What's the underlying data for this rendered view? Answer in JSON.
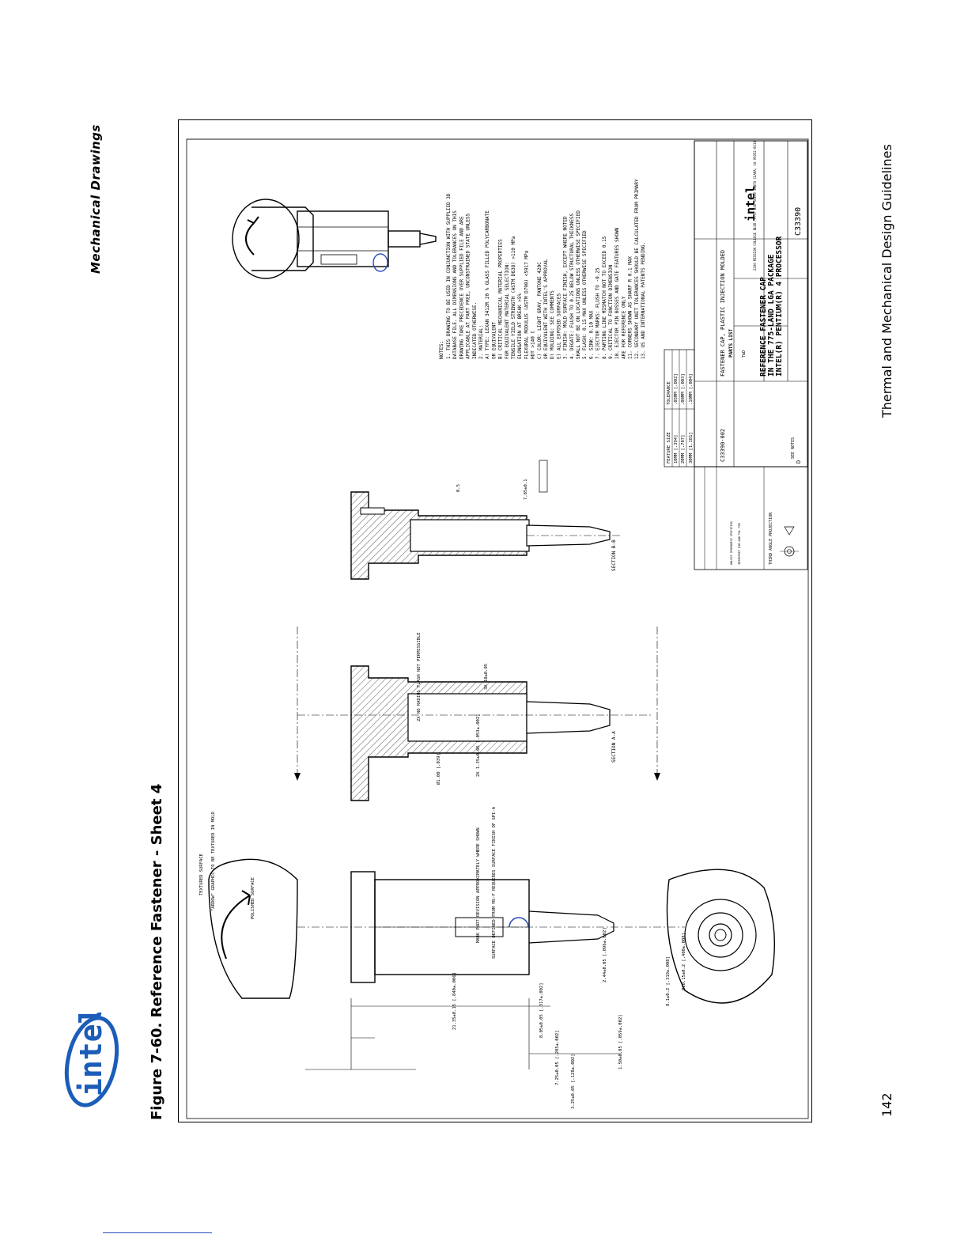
{
  "page": {
    "section_header": "Mechanical Drawings",
    "doc_title": "Thermal and Mechanical Design Guidelines",
    "page_number": "142",
    "figure_caption": "Figure 7-60. Reference Fastener - Sheet 4",
    "logo_text": "intel"
  },
  "drawing": {
    "notes_header": "NOTES:",
    "notes": [
      "1. THIS DRAWING TO BE USED IN CONJUNCTION WITH SUPPLIED 3D",
      "   DATABASE FILE. ALL DIMENSIONS AND TOLERANCES ON THIS",
      "   DRAWING TAKE PRECEDENCE OVER SUPPLIED FILE AND ARE",
      "   APPLICABLE AT PART FREE, UNCONSTRAINED STATE UNLESS",
      "   INDICATED OTHERWISE.",
      "2. MATERIAL:",
      "   A) TYPE: LEXAN 3412R 20 % GLASS FILLED POLYCARBONATE",
      "      OR EQUIVALENT",
      "   B) CRITICAL MECHANICAL MATERIAL PROPERTIES",
      "      FOR EQUIVALENT MATERIAL SELECTION:",
      "      TENSILE YIELD STRENGTH (ASTM D638) >110 MPa",
      "      ELONGATION AT BREAK >5%",
      "      FLEXURAL MODULUS (ASTM D790) <5917 MPa",
      "      HDT >140 C",
      "   C) COLOR: LIGHT GRAY, PANTONE 420C",
      "      OR EQUIVALENT WITH INTEL'S APPROVAL",
      "   D) MOLDING: SEE COMMENTS",
      "   E) ALL EXPOSED SURFACES",
      "3. FINISH: MOLD SURFACE FINISH, EXCEPT WHERE NOTED",
      "4. DEGATE: FLUSH TO 0.25 BELOW STRUCTURAL THICKNESS",
      "   SHALL NOT BE ON LOCATIONS UNLESS OTHERWISE SPECIFIED",
      "5. FLASH: 0.15 MAX UNLESS OTHERWISE SPECIFIED",
      "6. SINK: 0.10 MAX",
      "7. EJECTOR MARKS: FLUSH TO -0.25",
      "8. PARTING LINE MISMATCH NOT TO EXCEED 0.15",
      "9. CRITICAL TO FUNCTION DIMENSION",
      "10. EJECTOR PIN BOSSES AND GATE FEATURES SHOWN",
      "    ARE FOR REFERENCE ONLY",
      "11. CORNERS SHOWN AS SHARP R 0.1 MAX",
      "12. SECONDARY UNIT TOLERANCES SHOULD BE CALCULATED FROM PRIMARY",
      "13. US AND INTERNATIONAL PATENTS PENDING."
    ],
    "tolerance_table": {
      "header": [
        "FEATURE SIZE",
        "TOLERANCE"
      ],
      "rows": [
        [
          "10MM [.394]",
          ".05MM [.002]"
        ],
        [
          "20MM [.787]",
          ".08MM [.003]"
        ],
        [
          "30MM [1.181]",
          ".10MM [.004]"
        ]
      ]
    },
    "title_block": {
      "company": "intel",
      "department": "T&D",
      "address": "2200 MISSION COLLEGE BLVD. P.O. BOX 58119 SANTA CLARA, CA 95052-8119",
      "title_lines": [
        "INTEL(R) PENTIUM(R) 4 PROCESSOR",
        "IN THE 775-LAND LGA PACKAGE",
        "REFERENCE FASTENER CAP"
      ],
      "size": "D",
      "drawing_number": "C33390",
      "parts_list_label": "PARTS LIST",
      "part_number": "C33390-002",
      "description": "FASTENER CAP, PLASTIC INJECTION MOLDED",
      "projection": "THIRD ANGLE PROJECTION",
      "sheet_label": "SEE NOTES"
    },
    "views": {
      "section_a": "SECTION A-A",
      "section_b": "SECTION B-B"
    },
    "annotations": [
      "TEXTURED SURFACE",
      "\"ARROW\" GRAPHIC TO BE TEXTURED IN MOLD",
      "POLISHED SURFACE",
      "MARK PART REVISION APPROXIMATELY WHERE SHOWN",
      "SURFACE DEFINED FROM MS-F REQUIRES SURFACE FINISH OF SPI-A",
      "2X NO RADIUS FLASH NOT PERMISSIBLE"
    ],
    "dimensions": [
      "21.35±0.15 [.840±.006]",
      "8.05±0.05 [.317±.002]",
      "7.25±0.05 [.285±.002]",
      "3.25±0.05 [.128±.002]",
      "1.50±0.05 [.059±.002]",
      "2.44±0.05 [.096±.002]",
      "8.1±0.2 [.319±.008]",
      "Ø10.15±0.2 [.400±.008]",
      "Ø1.00 [.039]",
      "2X 1.35±0.05 [.053±.002]",
      "3X 10±0.05",
      "7.85±0.1",
      "0.5"
    ]
  }
}
